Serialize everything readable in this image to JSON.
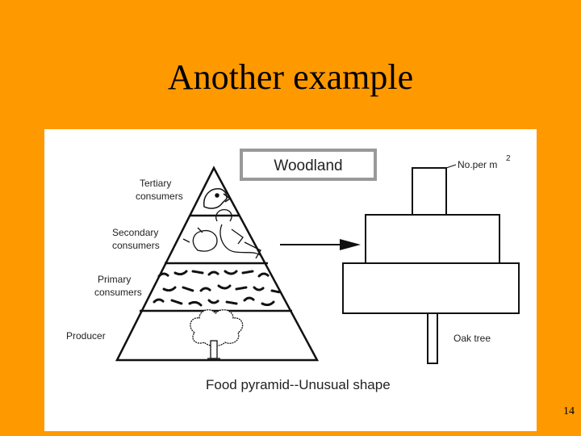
{
  "slide": {
    "title": "Another example",
    "number": "14"
  },
  "diagram": {
    "header": "Woodland",
    "caption": "Food pyramid--Unusual shape",
    "levels": [
      {
        "label_line1": "Tertiary",
        "label_line2": "consumers",
        "organism": "bird-of-prey"
      },
      {
        "label_line1": "Secondary",
        "label_line2": "consumers",
        "organism": "small-birds"
      },
      {
        "label_line1": "Primary",
        "label_line2": "consumers",
        "organism": "caterpillars"
      },
      {
        "label_line1": "Producer",
        "label_line2": "",
        "organism": "oak-tree"
      }
    ],
    "number_pyramid": {
      "axis_label": "No.per m",
      "axis_label_superscript": "2",
      "base_label": "Oak tree"
    }
  }
}
